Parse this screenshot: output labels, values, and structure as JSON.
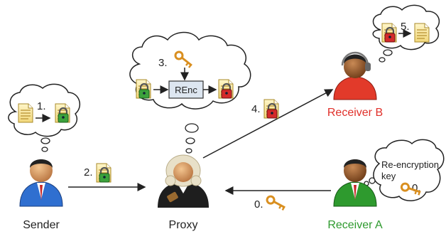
{
  "nodes": {
    "sender": {
      "label": "Sender",
      "color": "#222222"
    },
    "proxy": {
      "label": "Proxy",
      "color": "#222222"
    },
    "receiver_b": {
      "label": "Receiver B",
      "color": "#e0302a"
    },
    "receiver_a": {
      "label": "Receiver A",
      "color": "#2e9a2e"
    }
  },
  "steps": {
    "s0_bubble": "0.",
    "s0_arrow": "0.",
    "s1": "1.",
    "s2": "2.",
    "s3": "3.",
    "s4": "4.",
    "s5": "5."
  },
  "renc_label": "REnc",
  "reencryption_key_label_line1": "Re-encryption",
  "reencryption_key_label_line2": "key",
  "colors": {
    "lock_green": "#3ca23c",
    "lock_red": "#d42a2a",
    "key": "#e39a2a",
    "renc_box": "#dde6f0",
    "cloud_stroke": "#222222"
  },
  "icons": [
    "document-icon",
    "lock-icon",
    "key-icon",
    "user-icon",
    "judge-icon",
    "headset-user-icon"
  ]
}
